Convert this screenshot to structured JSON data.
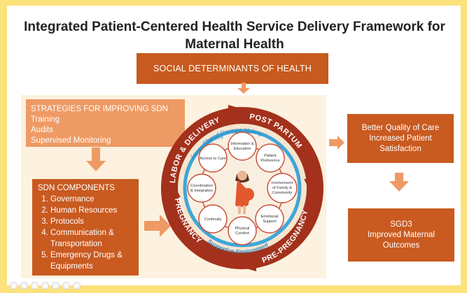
{
  "title_line1": "Integrated Patient-Centered Health Service Delivery Framework for",
  "title_line2": "Maternal Health",
  "social_determinants": "SOCIAL DETERMINANTS OF HEALTH",
  "strategies": {
    "heading": "STRATEGIES FOR IMPROVING SDN",
    "items": [
      "Training",
      "Audits",
      "Supervised Monitoring"
    ]
  },
  "components": {
    "heading": "SDN COMPONENTS",
    "items": [
      "Governance",
      "Human Resources",
      "Protocols",
      "Communication &",
      "Transportation",
      "Emergency Drugs &",
      "Equipments"
    ]
  },
  "outcome_quality": [
    "Better Quality of Care",
    "Increased Patient",
    "Satisfaction"
  ],
  "outcome_sgd": [
    "SGD3",
    "Improved Maternal",
    "Outcomes"
  ],
  "wheel": {
    "phases": {
      "labor": "LABOR & DELIVERY",
      "post": "POST PARTUM",
      "pre": "PRE-PREGNANCY",
      "preg": "PREGNANCY"
    },
    "rings": {
      "shared": "Shared Decision Making",
      "supportive": "Supportive Environment",
      "service": "Service Delivery"
    },
    "nodes": {
      "info1": "Information &",
      "info2": "Education",
      "pref1": "Patient",
      "pref2": "Preference",
      "inv1": "Involvement",
      "inv2": "of Family &",
      "inv3": "Community",
      "emo1": "Emotional",
      "emo2": "Support",
      "phys1": "Physical",
      "phys2": "Comfort",
      "cont": "Continuity",
      "coord1": "Coordination",
      "coord2": "& Integration",
      "access": "Access to Care"
    }
  },
  "colors": {
    "dark_orange": "#c95a20",
    "light_orange": "#ee9a64",
    "arrow": "#ee9a64",
    "ring_red": "#a3311b",
    "ring_blue": "#3ea6d9",
    "frame": "#fbe27a"
  }
}
